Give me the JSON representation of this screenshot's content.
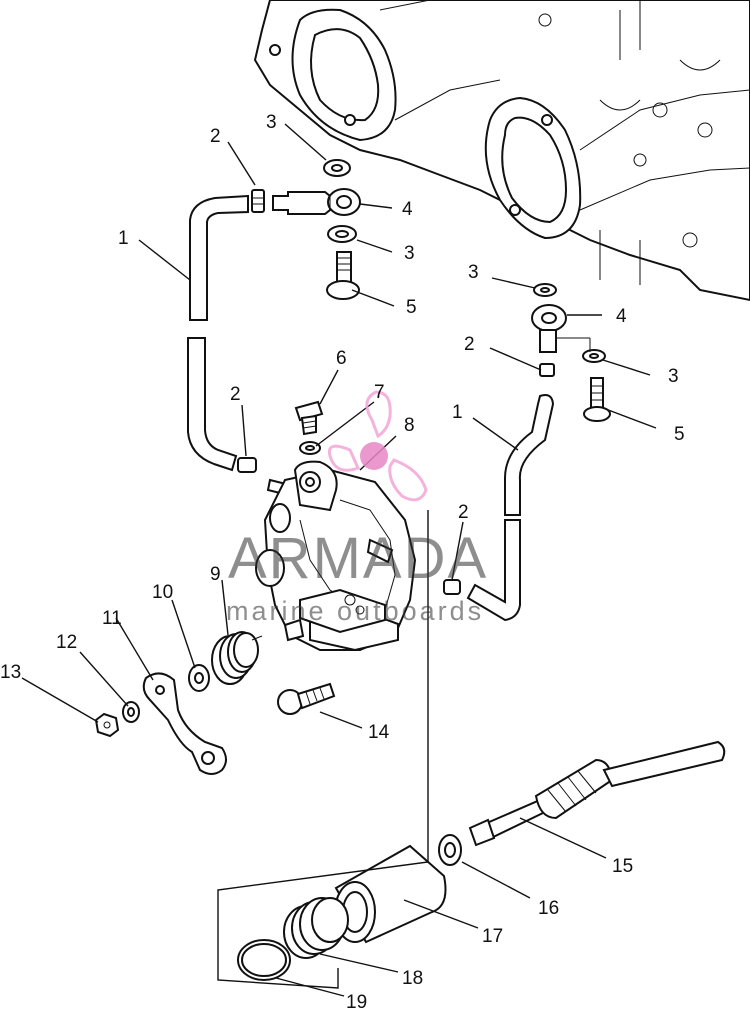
{
  "diagram": {
    "part_numbers": [
      "1",
      "2",
      "3",
      "4",
      "5",
      "6",
      "7",
      "8",
      "9",
      "10",
      "11",
      "12",
      "13",
      "14",
      "15",
      "16",
      "17",
      "18",
      "19"
    ],
    "watermark": {
      "brand": "ARMADA",
      "tagline": "marine outboards",
      "color": "#e87fbf"
    },
    "colors": {
      "line": "#111111",
      "background": "#ffffff",
      "watermark_logo": "#f2a6d6"
    }
  }
}
